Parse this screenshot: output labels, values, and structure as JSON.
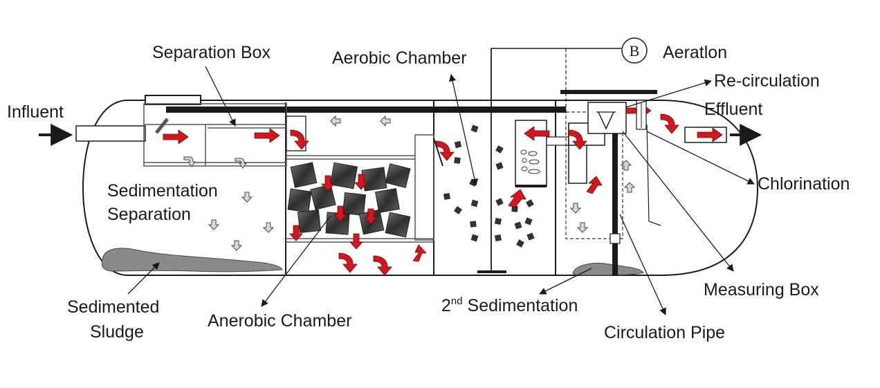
{
  "labels": {
    "influent": "Influent",
    "separation_box": "Separation Box",
    "aerobic_chamber": "Aerobic Chamber",
    "aeration": "Aeratlon",
    "recirculation": "Re-circulation",
    "effluent": "Effluent",
    "sedimentation_separation_line1": "Sedimentation",
    "sedimentation_separation_line2": "Separation",
    "chlorination": "Chlorination",
    "sedimented_sludge_line1": "Sedimented",
    "sedimented_sludge_line2": "Sludge",
    "anaerobic_chamber": "Anerobic Chamber",
    "second_sedimentation_num": "2",
    "second_sedimentation_sup": "nd",
    "second_sedimentation_rest": " Sedimentation",
    "measuring_box": "Measuring Box",
    "circulation_pipe": "Circulation Pipe",
    "blower": "B"
  },
  "colors": {
    "outline": "#1a1a1a",
    "flow_arrow": "#d0181e",
    "media": "#4a4a4a",
    "sludge": "#8a8a8a",
    "pipe_fill": "#ffffff"
  }
}
